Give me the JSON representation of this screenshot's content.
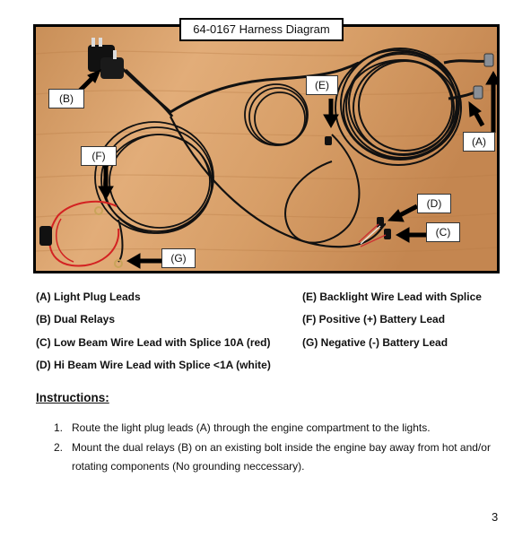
{
  "diagram": {
    "title": "64-0167 Harness Diagram",
    "callouts": {
      "a": "(A)",
      "b": "(B)",
      "c": "(C)",
      "d": "(D)",
      "e": "(E)",
      "f": "(F)",
      "g": "(G)"
    }
  },
  "legend": [
    "(A) Light Plug Leads",
    "(E) Backlight Wire Lead with Splice",
    "(B) Dual Relays",
    "(F) Positive (+) Battery Lead",
    "(C) Low Beam Wire Lead with Splice 10A (red)",
    "(G) Negative (-) Battery Lead",
    "(D) Hi Beam Wire Lead with Splice <1A (white)"
  ],
  "instructions": {
    "heading": "Instructions:",
    "steps": [
      {
        "num": "1.",
        "lines": [
          "Route the light plug leads (A) through the engine compartment to the lights."
        ]
      },
      {
        "num": "2.",
        "lines": [
          "Mount the dual relays (B) on an existing bolt inside the engine bay away from hot and/or",
          "rotating components (No grounding neccessary)."
        ]
      }
    ]
  },
  "page_number": "3"
}
